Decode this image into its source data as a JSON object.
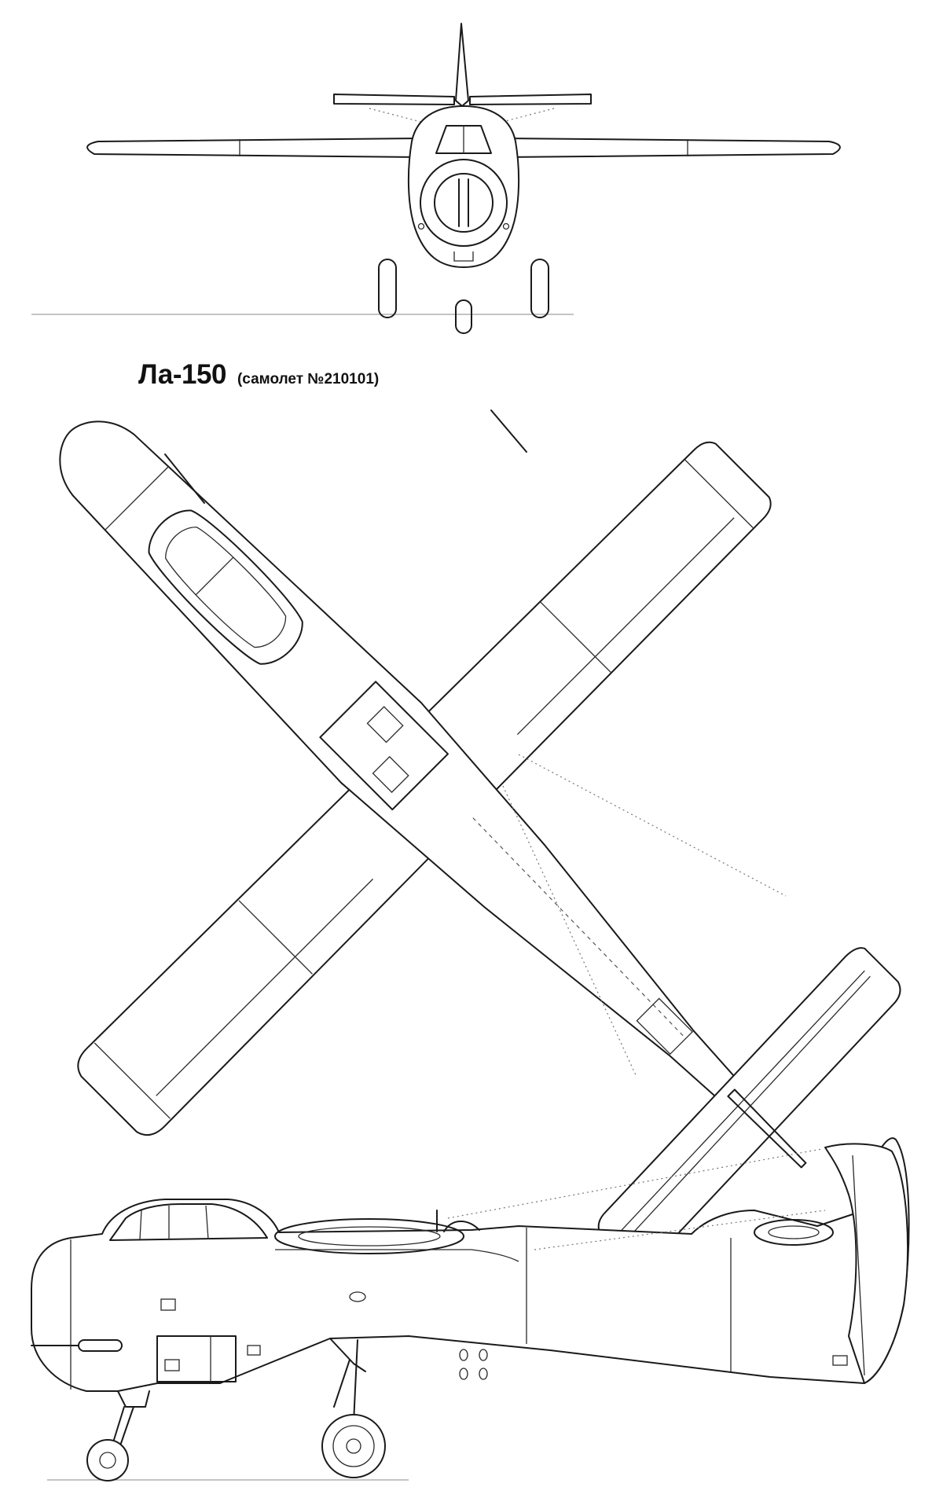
{
  "title": {
    "main": "Ла-150",
    "sub": "(самолет №210101)"
  },
  "views": {
    "front": {
      "name": "front-view"
    },
    "top": {
      "name": "top-view"
    },
    "side": {
      "name": "side-view"
    }
  }
}
